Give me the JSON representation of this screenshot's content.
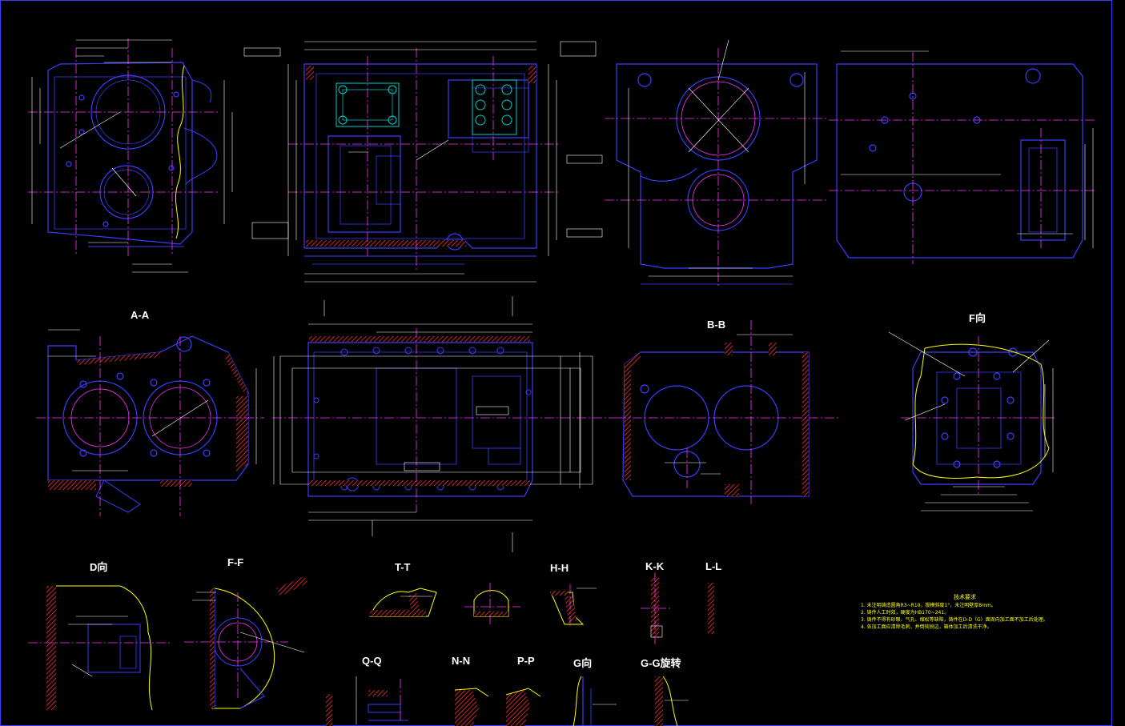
{
  "views": {
    "a_a": "A-A",
    "b_b": "B-B",
    "f_dir": "F向",
    "d_dir": "D向",
    "f_f": "F-F",
    "t_t": "T-T",
    "h_h": "H-H",
    "k_k": "K-K",
    "l_l": "L-L",
    "q_q": "Q-Q",
    "n_n": "N-N",
    "p_p": "P-P",
    "g_dir": "G向",
    "g_g": "G-G旋转"
  },
  "tech_requirements": {
    "heading": "技术要求",
    "items": [
      "1. 未注明铸造圆角R3~R10，拔模斜度1°，未注明壁厚8mm。",
      "2. 铸件人工时效，硬度为HB170~241。",
      "3. 铸件不得有砂眼、气孔、缩松等缺陷，铸件在D-D（G）面周向加工面不加工后处理。",
      "4. 各加工面应清除毛刺，并倒钝锐边，箱体加工后清洗干净。"
    ]
  },
  "colors": {
    "background": "#000000",
    "outline": "#3c3cff",
    "centerline": "#ff33ff",
    "dimension": "#ffffff",
    "section_hatch": "#ff3030",
    "break_line": "#ffff00",
    "feature": "#00cccc"
  }
}
